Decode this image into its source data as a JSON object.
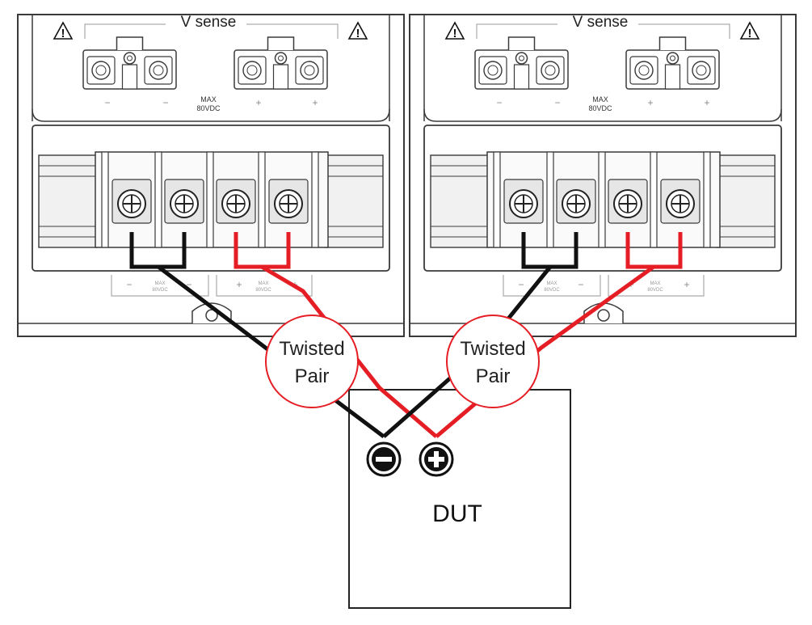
{
  "units": [
    {
      "vsense_label": "V sense",
      "max_label": "MAX",
      "voltage_label": "80VDC",
      "sense_polarity": [
        "−",
        "−",
        "+",
        "+"
      ],
      "terminal_polarity": [
        "−",
        "−",
        "+",
        "+"
      ]
    },
    {
      "vsense_label": "V sense",
      "max_label": "MAX",
      "voltage_label": "80VDC",
      "sense_polarity": [
        "−",
        "−",
        "+",
        "+"
      ],
      "terminal_polarity": [
        "−",
        "−",
        "+",
        "+"
      ]
    }
  ],
  "warning_symbol": "!",
  "twisted_pair": {
    "line1": "Twisted",
    "line2": "Pair"
  },
  "dut": {
    "label": "DUT",
    "negative_symbol": "−",
    "positive_symbol": "+"
  },
  "colors": {
    "negative_wire": "#111111",
    "positive_wire": "#e51e25",
    "outline": "#3a3a3a",
    "terminal_fill": "#e6e6e6"
  }
}
